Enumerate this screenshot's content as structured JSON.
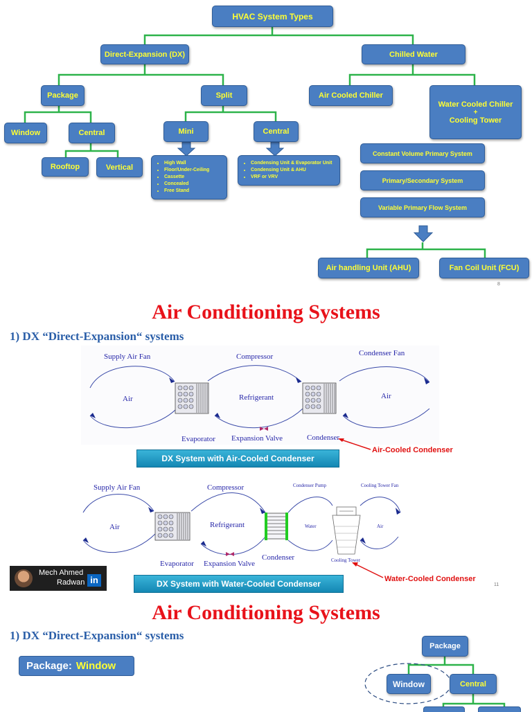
{
  "tree": {
    "root": "HVAC System Types",
    "dx": "Direct-Expansion (DX)",
    "chilled": "Chilled Water",
    "package": "Package",
    "split": "Split",
    "window": "Window",
    "central": "Central",
    "rooftop": "Rooftop",
    "vertical": "Vertical",
    "mini": "Mini",
    "split_central": "Central",
    "mini_list": [
      "High Wall",
      "Floor/Under-Ceiling",
      "Cassette",
      "Concealed",
      "Free Stand"
    ],
    "central_list": [
      "Condensing Unit & Evaporator Unit",
      "Condensing Unit & AHU",
      "VRF or VRV"
    ],
    "air_cooled": "Air Cooled Chiller",
    "water_cooled_1": "Water Cooled Chiller",
    "water_cooled_2": "+",
    "water_cooled_3": "Cooling Tower",
    "cv": "Constant Volume Primary System",
    "ps": "Primary/Secondary System",
    "vpf": "Variable Primary Flow System",
    "ahu": "Air handling Unit (AHU)",
    "fcu": "Fan Coil Unit (FCU)",
    "page": "8"
  },
  "section2": {
    "title": "Air Conditioning Systems",
    "subtitle": "1)  DX “Direct-Expansion“ systems",
    "d1": {
      "supply_fan": "Supply Air Fan",
      "compressor": "Compressor",
      "condenser_fan": "Condenser Fan",
      "air_left": "Air",
      "refrigerant": "Refrigerant",
      "air_right": "Air",
      "evaporator": "Evaporator",
      "expansion_valve": "Expansion Valve",
      "condenser": "Condenser",
      "banner": "DX System with Air-Cooled Condenser",
      "callout": "Air-Cooled Condenser"
    },
    "d2": {
      "supply_fan": "Supply Air Fan",
      "compressor": "Compressor",
      "condenser_pump": "Condenser Pump",
      "cooling_tower_fan": "Cooling Tower Fan",
      "air_left": "Air",
      "refrigerant": "Refrigerant",
      "water": "Water",
      "air_right": "Air",
      "evaporator": "Evaporator",
      "expansion_valve": "Expansion Valve",
      "condenser": "Condenser",
      "cooling_tower": "Cooling Tower",
      "banner": "DX System with Water-Cooled Condenser",
      "callout": "Water-Cooled Condenser"
    },
    "badge": {
      "line1": "Mech Ahmed",
      "line2": "Radwan",
      "logo": "in"
    },
    "page": "11"
  },
  "section3": {
    "title": "Air Conditioning Systems",
    "subtitle": "1)  DX “Direct-Expansion“ systems",
    "pkg_label": "Package:",
    "pkg_value": "Window",
    "package": "Package",
    "window": "Window",
    "central": "Central"
  },
  "colors": {
    "node": "#4a7ec2",
    "connector": "#2db34a",
    "node_text": "#ffff33",
    "title_red": "#e8121a",
    "heading_blue": "#2a5ea8"
  }
}
